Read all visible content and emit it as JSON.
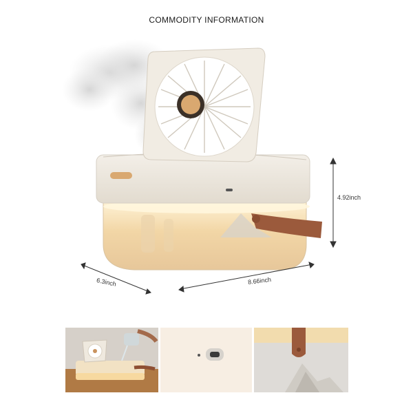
{
  "header": {
    "title": "COMMODITY INFORMATION"
  },
  "dimensions": {
    "height": "4.92inch",
    "depth": "6.3inch",
    "width": "8.66inch"
  },
  "colors": {
    "body": "#ece6dc",
    "accent": "#d9a870",
    "strap": "#9b5a3c",
    "tank": "#f3ddb4"
  },
  "icons": [
    "mist-cloud-icon",
    "fan-icon",
    "usb-port-icon",
    "strap-icon"
  ]
}
